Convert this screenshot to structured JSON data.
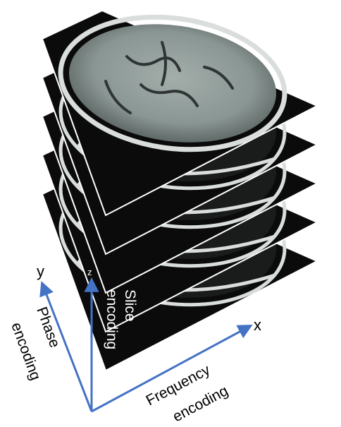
{
  "axes": {
    "x": {
      "letter": "x"
    },
    "y": {
      "letter": "y"
    },
    "z": {
      "letter": "z"
    }
  },
  "encoding_labels": {
    "slice_line1": "Slice",
    "slice_line2": "encoding",
    "phase_line1": "Phase",
    "phase_line2": "encoding",
    "frequency_line1": "Frequency",
    "frequency_line2": "encoding"
  },
  "colors": {
    "axis": "#4472c4",
    "slice_fill": "#0b0b0b",
    "tissue": "#8f9b98",
    "skull": "#d9dedc"
  },
  "slice_count": 5
}
